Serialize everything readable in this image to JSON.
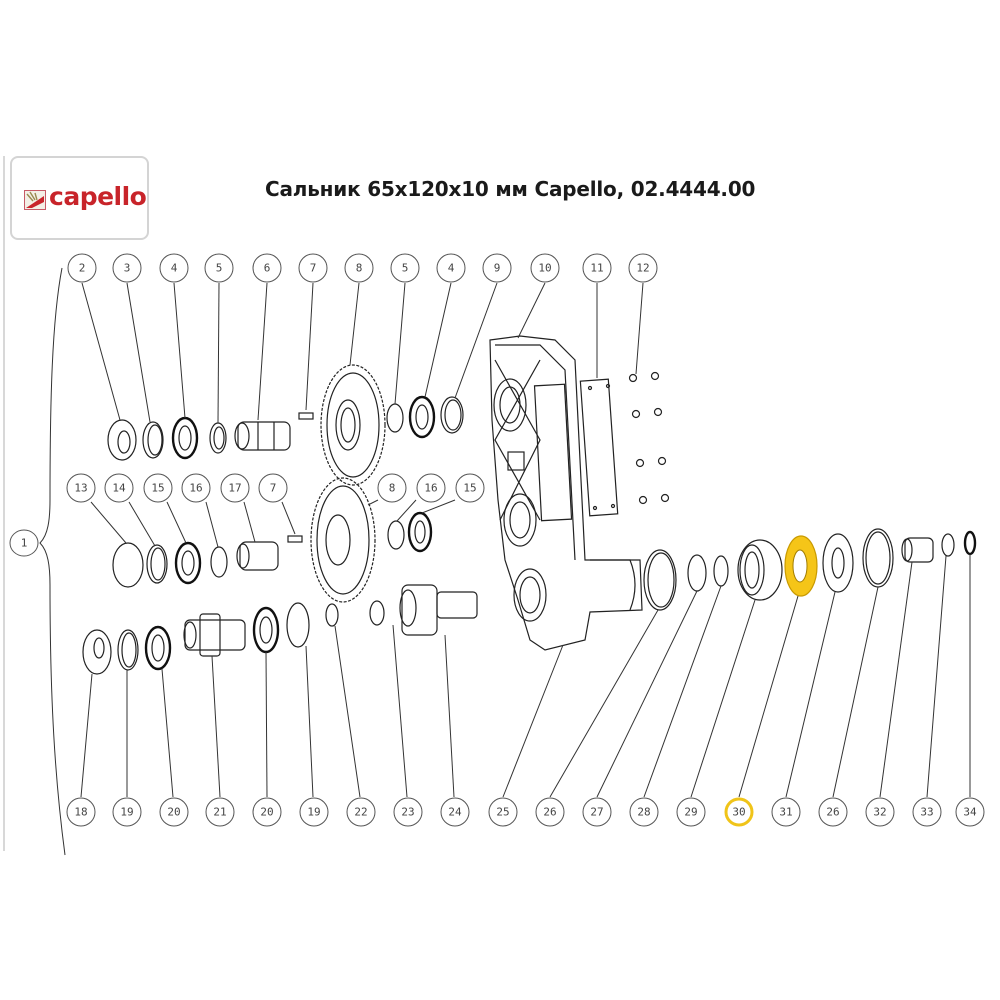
{
  "header": {
    "title": "Сальник 65x120x10 мм Capello, 02.4444.00",
    "logo_text": "capello",
    "brand_color": "#c8242a"
  },
  "diagram": {
    "highlight_color": "#f5c518",
    "highlighted_callout": "30",
    "assembly_callout": "1",
    "row_top": [
      "2",
      "3",
      "4",
      "5",
      "6",
      "7",
      "8",
      "5",
      "4",
      "9",
      "10",
      "11",
      "12"
    ],
    "row_middle": [
      "13",
      "14",
      "15",
      "16",
      "17",
      "7",
      "8",
      "16",
      "15"
    ],
    "row_bottom": [
      "18",
      "19",
      "20",
      "21",
      "20",
      "19",
      "22",
      "23",
      "24",
      "25",
      "26",
      "27",
      "28",
      "29",
      "30",
      "31",
      "26",
      "32",
      "33",
      "34"
    ]
  }
}
